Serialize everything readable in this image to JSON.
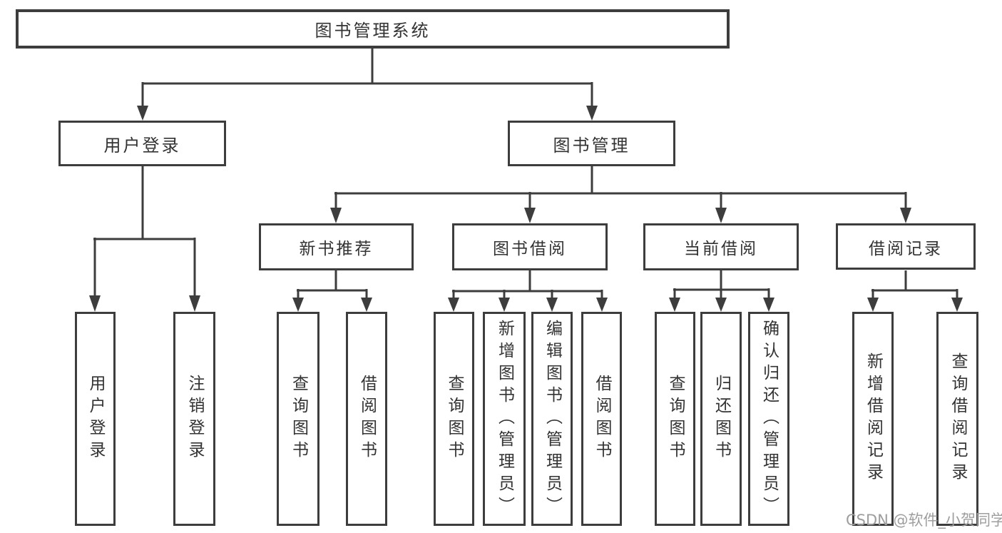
{
  "colors": {
    "background": "#ffffff",
    "line": "#3d3d3d",
    "text": "#333333",
    "watermark": "#9e9e9e"
  },
  "watermark": {
    "text": "CSDN @软件_小贺同学"
  },
  "diagram": {
    "type": "hierarchy-tree",
    "root": "图书管理系统",
    "level2": [
      {
        "label": "用户登录",
        "children": [
          "用户登录",
          "注销登录"
        ]
      },
      {
        "label": "图书管理",
        "children": [
          {
            "label": "新书推荐",
            "children": [
              "查询图书",
              "借阅图书"
            ]
          },
          {
            "label": "图书借阅",
            "children": [
              "查询图书",
              "新增图书（管理员）",
              "编辑图书（管理员）",
              "借阅图书"
            ]
          },
          {
            "label": "当前借阅",
            "children": [
              "查询图书",
              "归还图书",
              "确认归还（管理员）"
            ]
          },
          {
            "label": "借阅记录",
            "children": [
              "新增借阅记录",
              "查询借阅记录"
            ]
          }
        ]
      }
    ]
  }
}
